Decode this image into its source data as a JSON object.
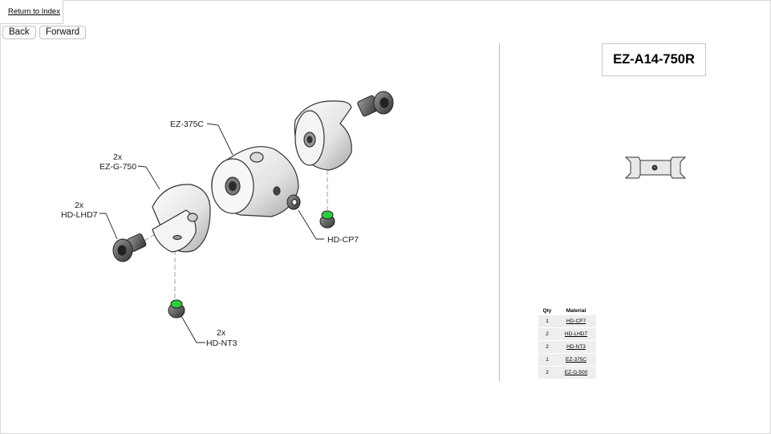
{
  "nav": {
    "return_label": "Return to Index",
    "back_label": "Back",
    "forward_label": "Forward"
  },
  "part": {
    "title": "EZ-A14-750R"
  },
  "diagram": {
    "callouts": {
      "ez375c": "EZ-375C",
      "ezg750_qty": "2x",
      "ezg750": "EZ-G-750",
      "hdlhd7_qty": "2x",
      "hdlhd7": "HD-LHD7",
      "hdcp7": "HD-CP7",
      "hdnt3_qty": "2x",
      "hdnt3": "HD-NT3"
    }
  },
  "bom": {
    "headers": {
      "qty": "Qty",
      "material": "Material"
    },
    "rows": [
      {
        "qty": "1",
        "material": "HD-CP7"
      },
      {
        "qty": "2",
        "material": "HD-LHD7"
      },
      {
        "qty": "2",
        "material": "HD-NT3"
      },
      {
        "qty": "1",
        "material": "EZ-375C"
      },
      {
        "qty": "2",
        "material": "EZ-G-500"
      }
    ]
  },
  "colors": {
    "accent_green": "#2ecc40",
    "divider": "#bdbdbd"
  }
}
